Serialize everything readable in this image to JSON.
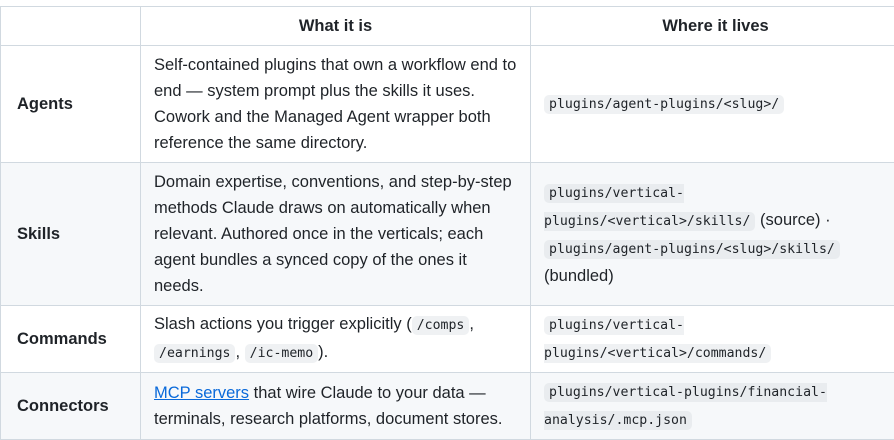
{
  "header": {
    "col1": "",
    "col2": "What it is",
    "col3": "Where it lives"
  },
  "rows": [
    {
      "name": "Agents",
      "what": "Self-contained plugins that own a workflow end to end — system prompt plus the skills it uses. Cowork and the Managed Agent wrapper both reference the same directory.",
      "where_code": "plugins/agent-plugins/<slug>/"
    },
    {
      "name": "Skills",
      "what": "Domain expertise, conventions, and step-by-step methods Claude draws on automatically when relevant. Authored once in the verticals; each agent bundles a synced copy of the ones it needs.",
      "where_code_1": "plugins/vertical-plugins/<vertical>/skills/",
      "where_text_1": " (source) · ",
      "where_code_2": "plugins/agent-plugins/<slug>/skills/",
      "where_text_2": " (bundled)"
    },
    {
      "name": "Commands",
      "what_prefix": "Slash actions you trigger explicitly (",
      "cmd_1": "/comps",
      "sep_1": ", ",
      "cmd_2": "/earnings",
      "sep_2": ", ",
      "cmd_3": "/ic-memo",
      "what_suffix": ").",
      "where_code": "plugins/vertical-plugins/<vertical>/commands/"
    },
    {
      "name": "Connectors",
      "link_text": "MCP servers",
      "what_rest": " that wire Claude to your data — terminals, research platforms, document stores.",
      "where_code": "plugins/vertical-plugins/financial-analysis/.mcp.json"
    }
  ]
}
